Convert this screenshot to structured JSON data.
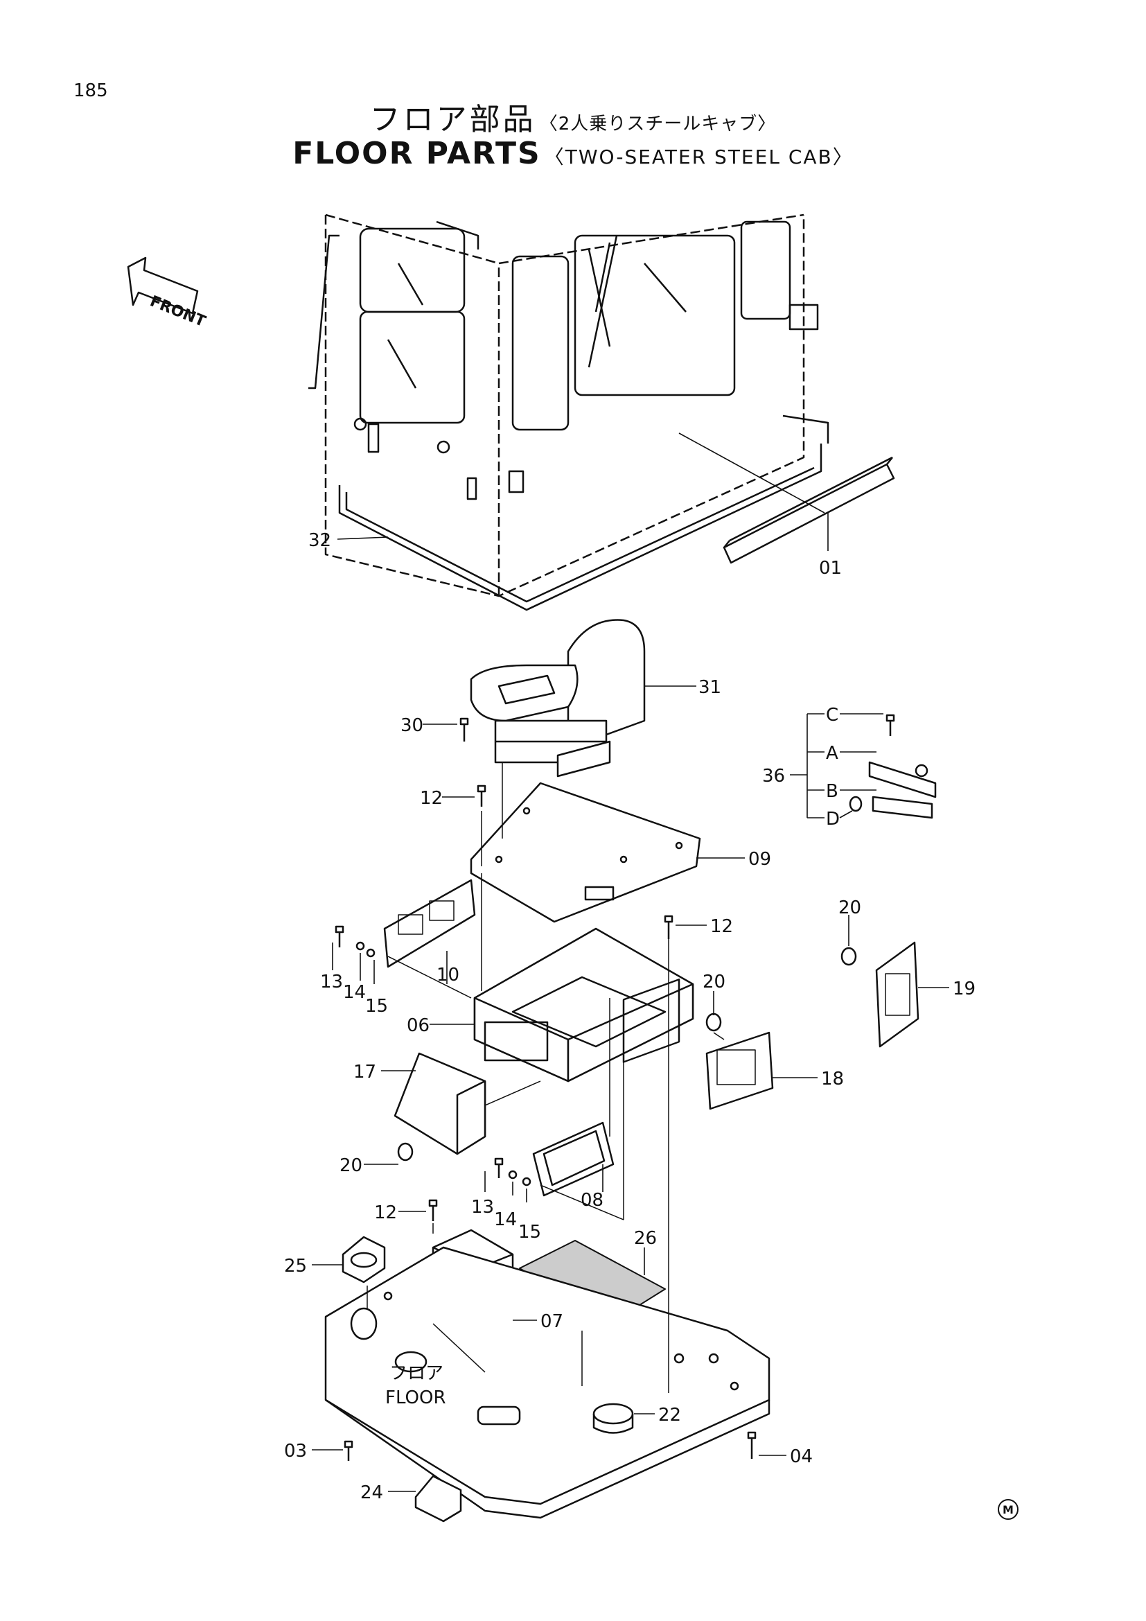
{
  "page_number": "185",
  "title": {
    "jp_main": "フロア部品",
    "jp_sub": "〈2人乗りスチールキャブ〉",
    "en_main": "FLOOR PARTS",
    "en_sub": "〈TWO-SEATER STEEL CAB〉"
  },
  "front_arrow_label": "FRONT",
  "floor_label_jp": "フロア",
  "floor_label_en": "FLOOR",
  "corner_mark": "M",
  "callouts": {
    "c01": "01",
    "c32": "32",
    "c31": "31",
    "c30": "30",
    "c12a": "12",
    "c09": "09",
    "c12b": "12",
    "c13a": "13",
    "c14a": "14",
    "c15a": "15",
    "c10": "10",
    "c06": "06",
    "c17": "17",
    "c20a": "20",
    "c20b": "20",
    "c20c": "20",
    "c18": "18",
    "c19": "19",
    "c13b": "13",
    "c14b": "14",
    "c15b": "15",
    "c08": "08",
    "c12c": "12",
    "c25": "25",
    "c26": "26",
    "c07": "07",
    "c22": "22",
    "c03": "03",
    "c04": "04",
    "c24": "24",
    "c36": "36",
    "cA": "A",
    "cB": "B",
    "cC": "C",
    "cD": "D"
  }
}
